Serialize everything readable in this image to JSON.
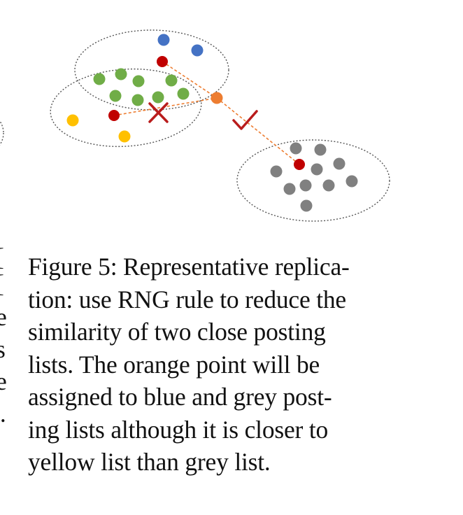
{
  "figure": {
    "colors": {
      "blue": "#4472c4",
      "green": "#70ad47",
      "red": "#c00000",
      "grey": "#808080",
      "yellow": "#ffc000",
      "orange": "#ed7d31",
      "ellipse_stroke": "#555555",
      "mark": "#b91c1c"
    },
    "icons": [
      "cross-mark-icon",
      "check-mark-icon"
    ]
  },
  "caption": {
    "lines": [
      "Figure 5: Representative replica-",
      "tion: use RNG rule to reduce the",
      "similarity of two close posting",
      "lists.  The orange point will be",
      "assigned to blue and grey post-",
      "ing lists although it is closer to",
      "yellow list than grey list."
    ]
  },
  "left_column_fragments": [
    "[",
    "[",
    "e",
    "s",
    "e",
    ")."
  ]
}
